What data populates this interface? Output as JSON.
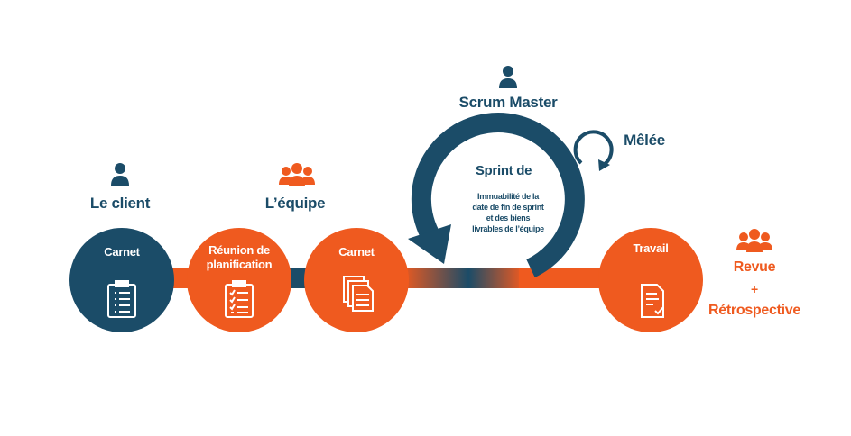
{
  "colors": {
    "navy": "#1b4c68",
    "orange": "#ef5a1f",
    "white": "#ffffff"
  },
  "actors": {
    "client": {
      "label": "Le client",
      "icon": "person-icon"
    },
    "team": {
      "label": "L’équipe",
      "icon": "team-icon"
    },
    "scrum_master": {
      "label": "Scrum Master",
      "icon": "person-icon"
    },
    "review_team": {
      "icon": "team-icon"
    }
  },
  "stages": {
    "product_backlog": {
      "label": "Carnet",
      "icon": "clipboard-list-icon"
    },
    "planning": {
      "label_line1": "Réunion de",
      "label_line2": "planification",
      "icon": "checklist-icon"
    },
    "sprint_backlog": {
      "label": "Carnet",
      "icon": "documents-icon"
    },
    "work": {
      "label": "Travail",
      "icon": "document-check-icon"
    }
  },
  "sprint": {
    "title": "Sprint de",
    "desc_line1": "Immuabilité de la",
    "desc_line2": "date de fin de sprint",
    "desc_line3": "et des biens",
    "desc_line4": "livrables de l’équipe"
  },
  "scrum": {
    "label": "Mêlée",
    "icon": "cycle-arrow-icon"
  },
  "review": {
    "line1": "Revue",
    "line2": "+",
    "line3": "Rétrospective"
  }
}
